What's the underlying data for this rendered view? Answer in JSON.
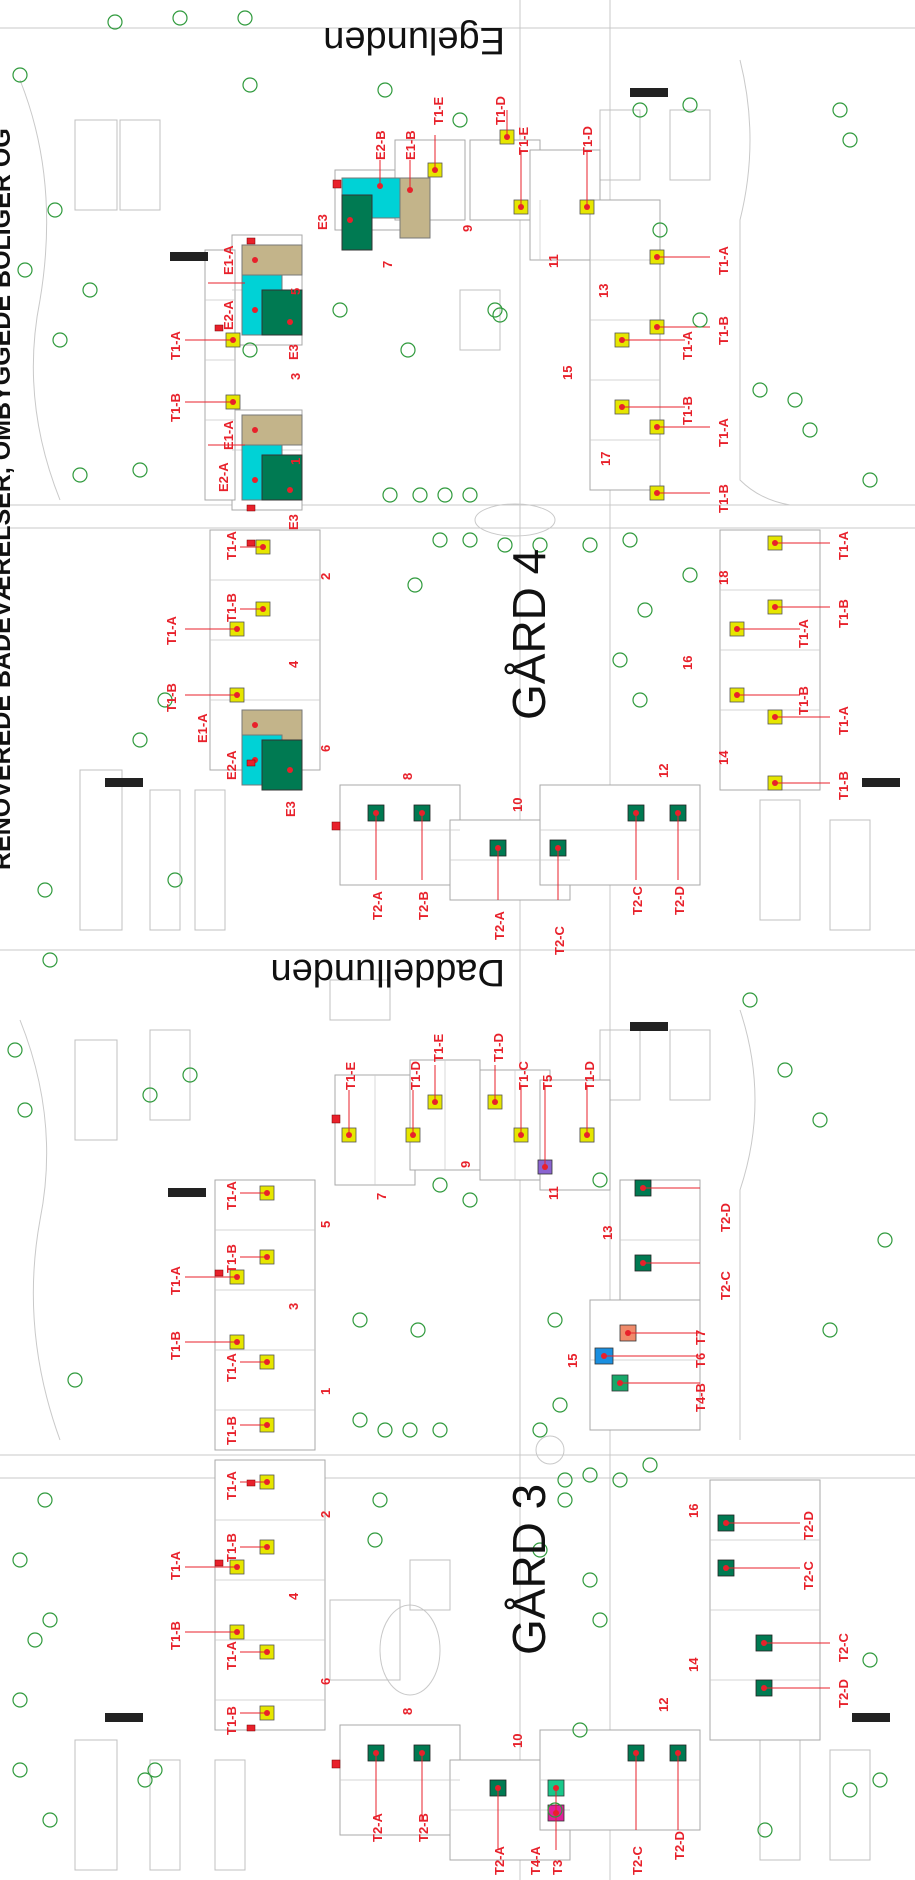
{
  "map": {
    "title": "RENOVEREDE BADEVÆRELSER, OMBYGGEDE BOLIGER OG",
    "courtyards": [
      "GÅRD 4",
      "GÅRD 3"
    ],
    "streets": [
      "Egelunden",
      "Daddellunden"
    ],
    "colors": {
      "yellow_unit": "#e6e600",
      "teal_unit": "#007a52",
      "cyan_unit": "#00d2d6",
      "khaki_unit": "#c3b48a",
      "label_red": "#e8212b",
      "tree_green": "#2f9a3c",
      "blue_unit": "#1a8fe0",
      "magenta_unit": "#e0209a",
      "violet_unit": "#8a64d0",
      "salmon_unit": "#f08a6a"
    },
    "blocks": [
      {
        "id": "g4-n",
        "labels": [
          "E1-A",
          "E2-A",
          "E3",
          "T1-A",
          "T1-B",
          "E1-A",
          "E2-A",
          "E3",
          "E2-B",
          "E1-B",
          "E3",
          "T1-E",
          "T1-D",
          "T1-E",
          "T1-D",
          "T1-A",
          "T1-B",
          "T1-A",
          "T1-B",
          "T1-A",
          "T1-B"
        ],
        "numbers": [
          "5",
          "3",
          "1",
          "7",
          "9",
          "11",
          "13",
          "15",
          "17"
        ]
      },
      {
        "id": "g4-s",
        "labels": [
          "T1-A",
          "T1-B",
          "T1-A",
          "T1-B",
          "E1-A",
          "E2-A",
          "E3",
          "T2-A",
          "T2-B",
          "T2-A",
          "T2-C",
          "T2-C",
          "T2-D",
          "T1-A",
          "T1-B",
          "T1-A",
          "T1-B",
          "T1-A",
          "T1-B"
        ],
        "numbers": [
          "2",
          "4",
          "6",
          "8",
          "10",
          "12",
          "14",
          "16",
          "18"
        ]
      },
      {
        "id": "g3-n",
        "labels": [
          "T1-E",
          "T1-D",
          "T1-E",
          "T1-D",
          "T1-C",
          "T5",
          "T1-D",
          "T1-A",
          "T1-B",
          "T1-A",
          "T1-B",
          "T1-A",
          "T1-B",
          "T2-D",
          "T2-C",
          "T7",
          "T6",
          "T4-B"
        ],
        "numbers": [
          "7",
          "9",
          "11",
          "5",
          "3",
          "1",
          "13",
          "15"
        ]
      },
      {
        "id": "g3-s",
        "labels": [
          "T1-A",
          "T1-B",
          "T1-A",
          "T1-B",
          "T1-A",
          "T1-B",
          "T2-A",
          "T2-B",
          "T2-A",
          "T4-A",
          "T3",
          "T2-C",
          "T2-D",
          "T2-D",
          "T2-C",
          "T2-C",
          "T2-D"
        ],
        "numbers": [
          "2",
          "4",
          "6",
          "8",
          "10",
          "12",
          "14",
          "16"
        ]
      }
    ]
  }
}
